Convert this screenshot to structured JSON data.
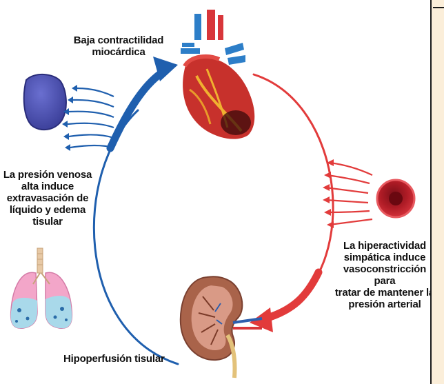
{
  "labels": {
    "top": "Baja contractilidad\nmiocárdica",
    "left": "La presión venosa\nalta induce\nextravasación de\nlíquido y edema\ntisular",
    "right": "La hiperactividad\nsimpática induce\nvasoconstricción para\ntratar de mantener la\npresión arterial",
    "bottom": "Hipoperfusión tisular"
  },
  "icons": {
    "heart": "heart-icon",
    "kidney": "kidney-icon",
    "lungs": "lungs-icon",
    "vein": "dilated-vein-icon",
    "artery": "constricted-artery-icon"
  },
  "colors": {
    "blue_arrow": "#1f5fae",
    "red_arrow": "#e23b3b",
    "vein_fill": "#4a4fb0",
    "artery_fill": "#c41f2a",
    "heart_red": "#c7312c",
    "lung_pink": "#f3a6c9",
    "lung_fluid": "#a9d9ea",
    "kidney_brown": "#a9634a"
  }
}
